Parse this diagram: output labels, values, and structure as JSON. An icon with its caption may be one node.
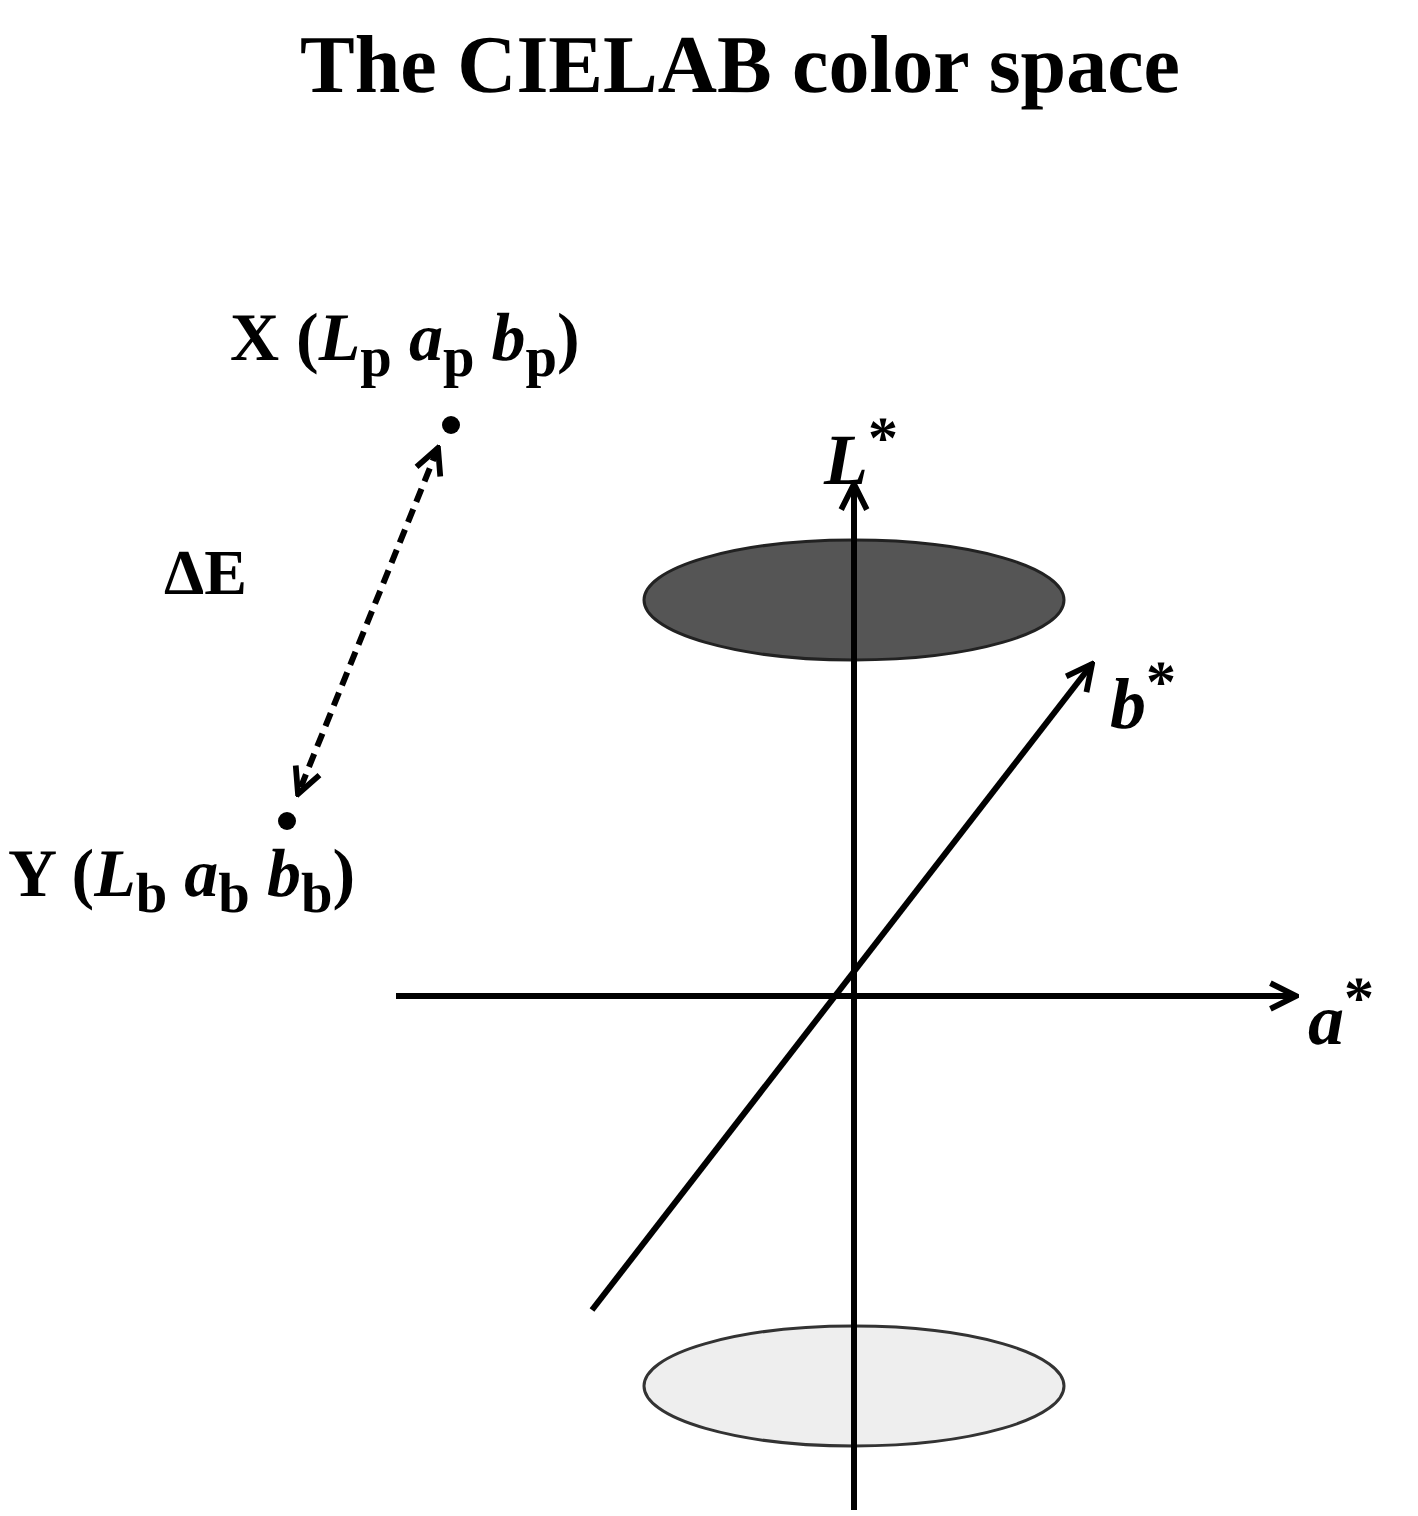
{
  "diagram": {
    "title": "The CIELAB color space",
    "nodes": [
      {
        "text": [
          "X (*L*$_{p}$ *a*$_{p}$ *b*$_{p}$)"
        ]
      },
      {
        "text": [
          "Y (*L*$_{b}$ *a*$_{b}$ *b*$_{b}$)"
        ]
      }
    ],
    "edges": [
      {
        "from": 0,
        "to": 1,
        "arrow": "both",
        "style": "dashed",
        "label": "ΔE"
      }
    ],
    "labels": [
      "*L*$^{*}$",
      "*b*$^{*}$",
      "*a*$^{*}$"
    ]
  }
}
